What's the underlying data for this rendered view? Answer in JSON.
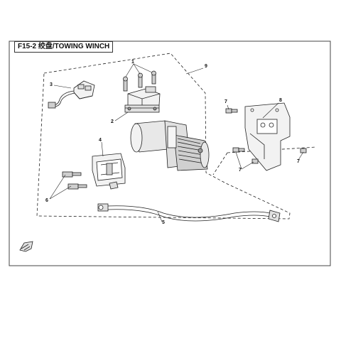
{
  "title": "F15-2 绞盘/TOWING WINCH",
  "callouts": {
    "c1": "1",
    "c2": "2",
    "c3": "3",
    "c4": "4",
    "c5": "5",
    "c6": "6",
    "c7a": "7",
    "c7b": "7",
    "c7c": "7",
    "c8": "8",
    "c9": "9"
  },
  "colors": {
    "line": "#222222",
    "frame": "#444444",
    "part_light": "#f2f2f2",
    "part_mid": "#cfcfcf",
    "part_dark": "#555555"
  }
}
